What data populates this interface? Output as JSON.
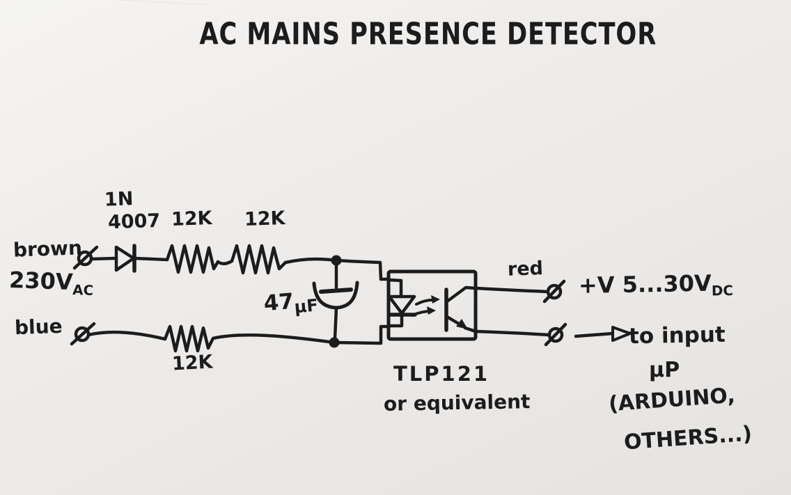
{
  "title": "AC MAINS PRESENCE DETECTOR",
  "colors": {
    "ink": "#1c1c1c",
    "paper": "#eceae8"
  },
  "input": {
    "line_top_label": "brown",
    "voltage": "230V",
    "voltage_subscript": "AC",
    "line_bottom_label": "blue"
  },
  "components": {
    "diode_label_line1": "1N",
    "diode_label_line2": "4007",
    "resistor_top_left": "12K",
    "resistor_top_right": "12K",
    "resistor_bottom": "12K",
    "capacitor_value": "47",
    "capacitor_unit": "μF",
    "optocoupler_part": "TLP121",
    "optocoupler_note": "or equivalent"
  },
  "output": {
    "line_top_label": "red",
    "supply": "+V 5...30V",
    "supply_subscript": "DC",
    "dest_line1": "to input",
    "dest_line2": "μP",
    "dest_line3": "(ARDUINO,",
    "dest_line4": "OTHERS...)"
  }
}
